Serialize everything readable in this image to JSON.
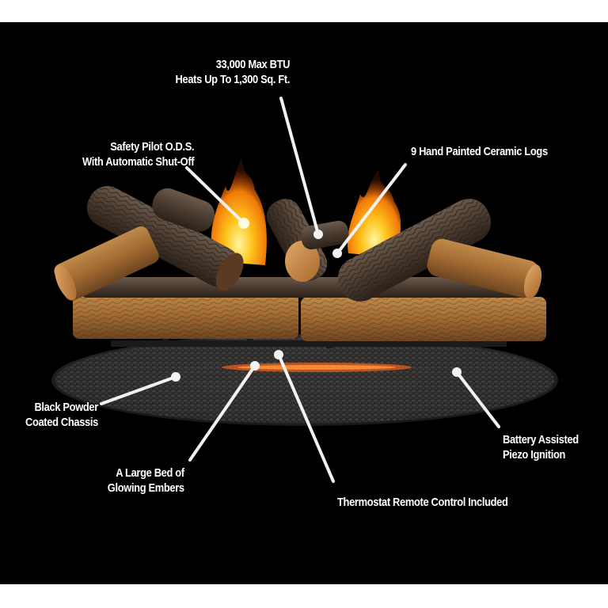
{
  "image": {
    "subject": "gas log set with fireplace flames",
    "background_color": "#000000",
    "frame_color": "#ffffff",
    "text_color": "#ffffff",
    "pointer_color": "#f2f2f2"
  },
  "callouts": {
    "btu": {
      "line1": "33,000 Max BTU",
      "line2": "Heats Up To 1,300 Sq. Ft."
    },
    "pilot": {
      "line1": "Safety Pilot O.D.S.",
      "line2": "With Automatic Shut-Off"
    },
    "logs": {
      "line1": "9 Hand Painted Ceramic Logs"
    },
    "chassis": {
      "line1": "Black Powder",
      "line2": "Coated Chassis"
    },
    "embers": {
      "line1": "A Large Bed of",
      "line2": "Glowing Embers"
    },
    "remote": {
      "line1": "Thermostat Remote Control Included"
    },
    "ignition": {
      "line1": "Battery Assisted",
      "line2": "Piezo Ignition"
    }
  }
}
